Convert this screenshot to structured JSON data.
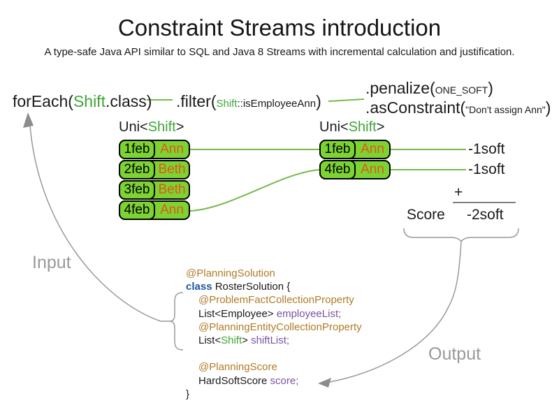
{
  "title": "Constraint Streams introduction",
  "subtitle": "A type-safe Java API similar to SQL and Java 8 Streams with incremental calculation and justification.",
  "pipeline": {
    "foreach_prefix": "forEach(",
    "foreach_type": "Shift",
    "foreach_suffix": ".class)",
    "filter_prefix": ".filter(",
    "filter_type": "Shift",
    "filter_method": "::isEmployeeAnn",
    "filter_suffix": ")",
    "penalize_prefix": ".penalize(",
    "penalize_arg": "ONE_SOFT",
    "penalize_suffix": ")",
    "asconstraint_prefix": ".asConstraint(",
    "asconstraint_arg": "\"Don't assign Ann\"",
    "asconstraint_suffix": ")"
  },
  "left_stream": {
    "label_prefix": "Uni<",
    "label_type": "Shift",
    "label_suffix": ">",
    "rows": [
      {
        "date": "1feb",
        "name": "Ann"
      },
      {
        "date": "2feb",
        "name": "Beth"
      },
      {
        "date": "3feb",
        "name": "Beth"
      },
      {
        "date": "4feb",
        "name": "Ann"
      }
    ]
  },
  "right_stream": {
    "label_prefix": "Uni<",
    "label_type": "Shift",
    "label_suffix": ">",
    "rows": [
      {
        "date": "1feb",
        "name": "Ann"
      },
      {
        "date": "4feb",
        "name": "Ann"
      }
    ]
  },
  "scores": {
    "penalty_1": "-1soft",
    "penalty_2": "-1soft",
    "plus": "+",
    "score_label": "Score",
    "total": "-2soft"
  },
  "flow_labels": {
    "input": "Input",
    "output": "Output"
  },
  "code": {
    "annotation_planning_solution": "@PlanningSolution",
    "keyword_class": "class",
    "class_declaration": " RosterSolution {",
    "annotation_problem_fact": "@ProblemFactCollectionProperty",
    "employee_list_type": "List<Employee> ",
    "employee_list_field": "employeeList;",
    "annotation_planning_entity": "@PlanningEntityCollectionProperty",
    "shift_list_type_prefix": "List<",
    "shift_list_type": "Shift",
    "shift_list_type_suffix": "> ",
    "shift_list_field": "shiftList;",
    "annotation_planning_score": "@PlanningScore",
    "score_type": "HardSoftScore ",
    "score_field": "score;",
    "closing_brace": "}"
  },
  "colors": {
    "green_text": "#3fa535",
    "green_fill": "#7cd332",
    "green_line": "#79b94c",
    "orange_name": "#e2571a",
    "annotation_gold": "#b07b28",
    "keyword_blue": "#2257a5",
    "field_purple": "#7d52a3",
    "label_gray": "#999999"
  }
}
